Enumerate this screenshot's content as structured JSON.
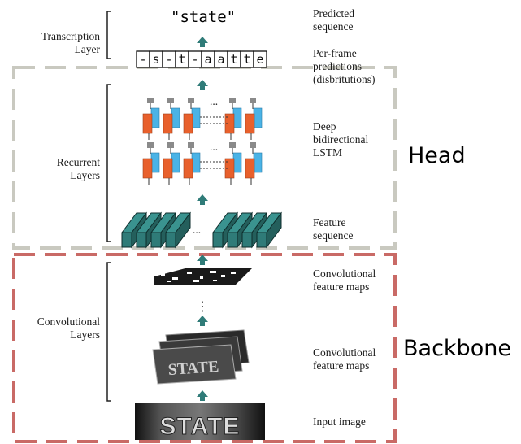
{
  "layers": {
    "transcription": "Transcription\nLayer",
    "recurrent": "Recurrent\nLayers",
    "convolutional": "Convolutional\nLayers"
  },
  "annotations": {
    "predicted_sequence": "Predicted\nsequence",
    "per_frame": "Per-frame\npredictions\n(disbritutions)",
    "deep_lstm": "Deep\nbidirectional\nLSTM",
    "feature_sequence": "Feature\nsequence",
    "conv_maps_top": "Convolutional\nfeature maps",
    "conv_maps_bottom": "Convolutional\nfeature maps",
    "input_image": "Input image"
  },
  "sections": {
    "head": "Head",
    "backbone": "Backbone"
  },
  "output": {
    "prediction": "\"state\"",
    "frames": [
      "-",
      "s",
      "-",
      "t",
      "-",
      "a",
      "a",
      "t",
      "t",
      "e"
    ],
    "lstm_ellipsis": "...",
    "feature_ellipsis": "...",
    "vertical_ellipsis": "⋮"
  },
  "input_text": "STATE",
  "colors": {
    "head_box": "#c9c9c0",
    "backbone_box": "#c96a66",
    "arrow": "#2f7b78",
    "lstm_orange": "#e8602c",
    "lstm_blue": "#4ab3e6",
    "lstm_gray": "#8a8a8a",
    "feature_teal": "#2f7b78"
  }
}
